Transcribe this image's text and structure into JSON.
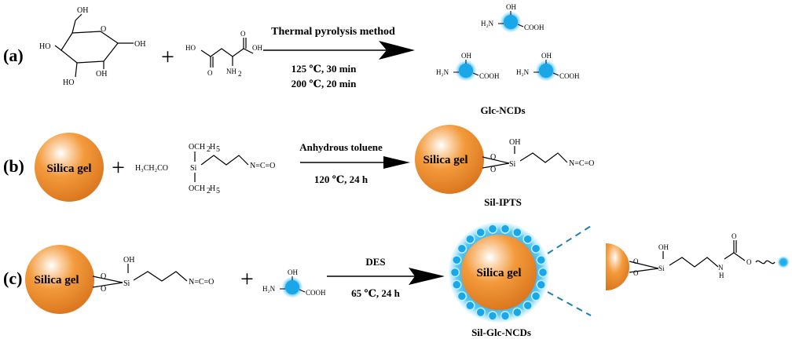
{
  "rows": {
    "a": {
      "label": "(a)",
      "glucose": {
        "oh_top": "OH",
        "oh_right": "OH",
        "oh_left": "HO",
        "oh_bl": "HO",
        "oh_bottom": "OH"
      },
      "aspartic": {
        "ho": "HO",
        "oh": "OH",
        "nh2": "NH"
      },
      "arrow_top": "Thermal pyrolysis method",
      "arrow_bottom_1": "125 ℃, 30 min",
      "arrow_bottom_2": "200 ℃, 20 min",
      "product": "Glc-NCDs"
    },
    "b": {
      "label": "(b)",
      "sphere": "Silica gel",
      "reagent": {
        "oc2h5_top": "OCH",
        "h3ch2co": "H₃CH₂CO",
        "si": "Si",
        "oc2h5_bottom": "OCH",
        "nco": "N=C=O"
      },
      "arrow_top": "Anhydrous toluene",
      "arrow_bottom": "120 ℃, 24 h",
      "product_sphere": "Silica gel",
      "product": "Sil-IPTS"
    },
    "c": {
      "label": "(c)",
      "sphere": "Silica gel",
      "arrow_top": "DES",
      "arrow_bottom": "65 ℃, 24 h",
      "product_sphere": "Silica gel",
      "product": "Sil-Glc-NCDs"
    }
  },
  "ncd": {
    "oh": "OH",
    "nh2": "H₂N",
    "cooh": "COOH"
  },
  "linker": {
    "oh": "OH",
    "o": "O",
    "si": "Si",
    "n": "N",
    "h": "H",
    "nco": "N=C=O"
  },
  "colors": {
    "silica": "#f0922e",
    "ncd_core": "#1aa7e8",
    "ncd_glow": "#8fd9ff",
    "dash": "#1a7fb3"
  }
}
